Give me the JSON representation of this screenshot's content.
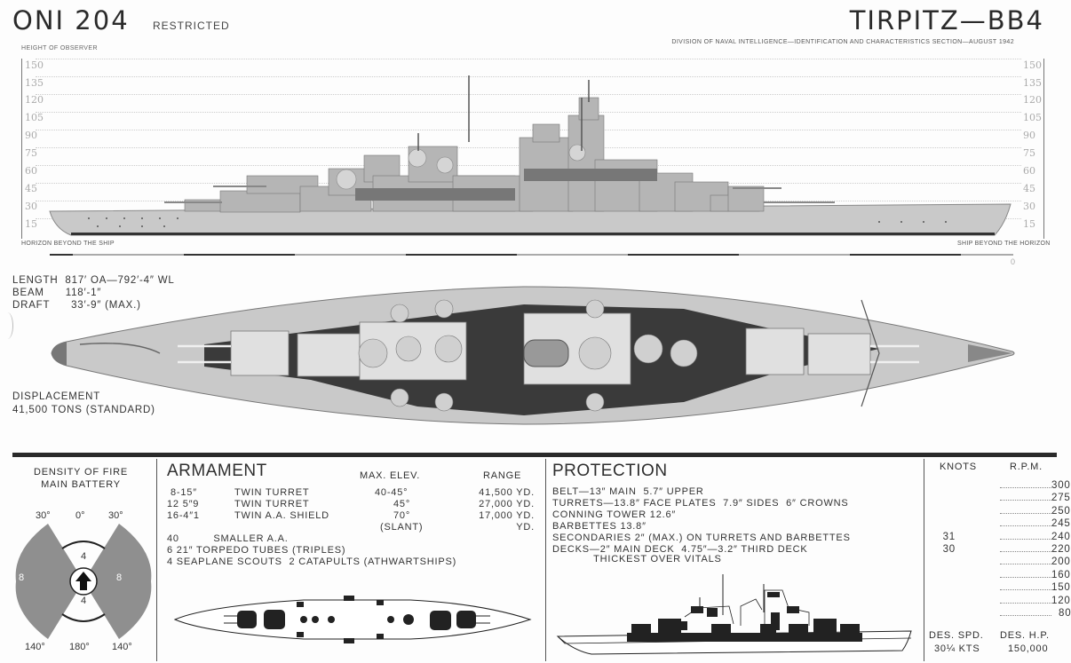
{
  "header": {
    "doc_id": "ONI 204",
    "classification": "RESTRICTED",
    "ship_title": "TIRPITZ—BB4",
    "division_line": "DIVISION OF NAVAL INTELLIGENCE—IDENTIFICATION AND CHARACTERISTICS SECTION—AUGUST 1942"
  },
  "profile": {
    "height_label": "HEIGHT OF OBSERVER",
    "scale_ticks": [
      "150",
      "135",
      "120",
      "105",
      "90",
      "75",
      "60",
      "45",
      "30",
      "15"
    ],
    "horizon_left": "HORIZON BEYOND THE SHIP",
    "horizon_right": "SHIP BEYOND THE HORIZON",
    "scale_zero": "0"
  },
  "dimensions": {
    "length": "LENGTH  817′ OA—792′-4″ WL",
    "beam": "BEAM      118′-1″",
    "draft": "DRAFT      33′-9″ (MAX.)",
    "displacement_label": "DISPLACEMENT",
    "displacement_value": "41,500 TONS (STANDARD)"
  },
  "density_of_fire": {
    "title_line1": "DENSITY OF FIRE",
    "title_line2": "MAIN BATTERY",
    "top_angles": [
      "30°",
      "0°",
      "30°"
    ],
    "bottom_angles": [
      "140°",
      "180°",
      "140°"
    ],
    "sector_values": {
      "left": "8",
      "right": "8",
      "fore": "4",
      "aft": "4"
    }
  },
  "armament": {
    "title": "ARMAMENT",
    "col_elev": "MAX. ELEV.",
    "col_range": "RANGE",
    "rows": [
      {
        "qty": "8-15″",
        "type": "TWIN TURRET",
        "elev": "40-45°",
        "range": "41,500 YD."
      },
      {
        "qty": "12 5″9",
        "type": "TWIN TURRET",
        "elev": "45°",
        "range": "27,000 YD."
      },
      {
        "qty": "16-4″1",
        "type": "TWIN A.A. SHIELD",
        "elev": "70°",
        "range": "17,000 YD."
      },
      {
        "qty": "",
        "type": "",
        "elev": "(SLANT)",
        "range": "YD."
      }
    ],
    "extra": [
      "40          SMALLER A.A.",
      "6 21″ TORPEDO TUBES (TRIPLES)",
      "4 SEAPLANE SCOUTS  2 CATAPULTS (ATHWARTSHIPS)"
    ]
  },
  "protection": {
    "title": "PROTECTION",
    "lines": [
      "BELT—13″ MAIN  5.7″ UPPER",
      "TURRETS—13.8″ FACE PLATES  7.9″ SIDES  6″ CROWNS",
      "CONNING TOWER 12.6″",
      "BARBETTES 13.8″",
      "SECONDARIES 2″ (MAX.) ON TURRETS AND BARBETTES",
      "DECKS—2″ MAIN DECK  4.75″—3.2″ THIRD DECK",
      "            THICKEST OVER VITALS"
    ]
  },
  "speed": {
    "col_knots": "KNOTS",
    "col_rpm": "R.P.M.",
    "rows": [
      {
        "knots": "",
        "rpm": "300"
      },
      {
        "knots": "",
        "rpm": "275"
      },
      {
        "knots": "",
        "rpm": "250"
      },
      {
        "knots": "",
        "rpm": "245"
      },
      {
        "knots": "31",
        "rpm": "240"
      },
      {
        "knots": "30",
        "rpm": "220"
      },
      {
        "knots": "",
        "rpm": "200"
      },
      {
        "knots": "",
        "rpm": "160"
      },
      {
        "knots": "",
        "rpm": "150"
      },
      {
        "knots": "",
        "rpm": "120"
      },
      {
        "knots": "",
        "rpm": "80"
      }
    ],
    "des_spd_label": "DES. SPD.",
    "des_hp_label": "DES. H.P.",
    "des_spd_value": "30¼ KTS",
    "des_hp_value": "150,000"
  },
  "colors": {
    "hull": "#c9c9c9",
    "dark": "#2a2a2a",
    "sector": "#8f8f8f"
  }
}
